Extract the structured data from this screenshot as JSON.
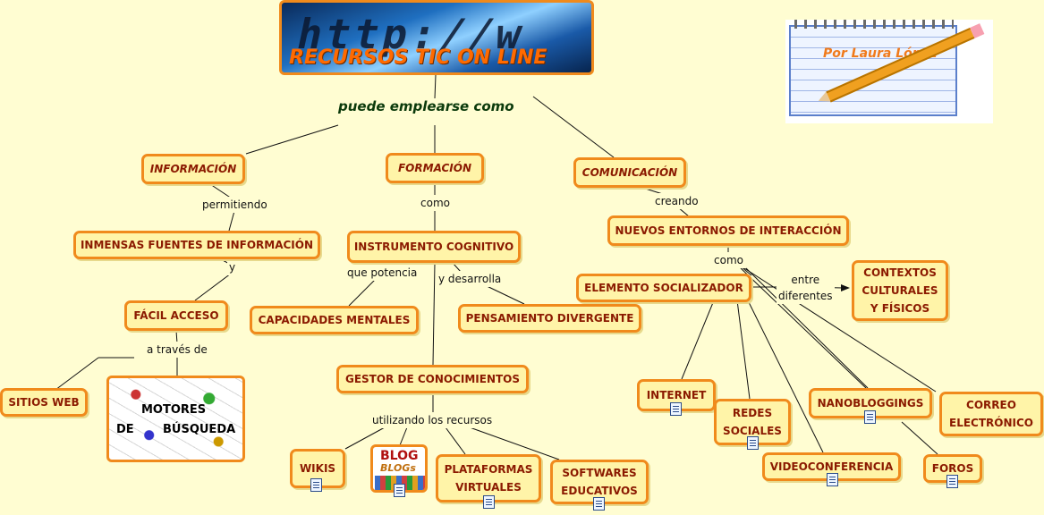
{
  "title": {
    "bg_text": "http://w",
    "main": "RECURSOS TIC ON LINE"
  },
  "heading": "puede emplearse como",
  "author": "Por Laura López",
  "nodes": {
    "informacion": "INFORMACIÓN",
    "formacion": "FORMACIÓN",
    "comunicacion": "COMUNICACIÓN",
    "fuentes": "INMENSAS FUENTES DE INFORMACIÓN",
    "instrumento": "INSTRUMENTO COGNITIVO",
    "entornos": "NUEVOS ENTORNOS DE INTERACCIÓN",
    "facil": "FÁCIL ACCESO",
    "capacidades": "CAPACIDADES MENTALES",
    "pensamiento": "PENSAMIENTO DIVERGENTE",
    "socializador": "ELEMENTO SOCIALIZADOR",
    "contextos": "CONTEXTOS\nCULTURALES\nY FÍSICOS",
    "sitios": "SITIOS WEB",
    "gestor": "GESTOR DE CONOCIMIENTOS",
    "wikis": "WIKIS",
    "plataformas": "PLATAFORMAS\nVIRTUALES",
    "softwares": "SOFTWARES\nEDUCATIVOS",
    "internet": "INTERNET",
    "redes": "REDES\nSOCIALES",
    "nano": "NANOBLOGGINGS",
    "correo": "CORREO\nELECTRÓNICO",
    "video": "VIDEOCONFERENCIA",
    "foros": "FOROS"
  },
  "link_labels": {
    "permitiendo": "permitiendo",
    "y": "y",
    "a_traves": "a través de",
    "como1": "como",
    "que_potencia": "que potencia",
    "y_desarrolla": "y desarrolla",
    "utilizando": "utilizando los recursos",
    "creando": "creando",
    "como2": "como",
    "entre": "entre\ndiferentes"
  },
  "images": {
    "search_line1": "MOTORES",
    "search_line2": "DE",
    "search_line3": "BÚSQUEDA",
    "blog_line1": "BLOG",
    "blog_line2": "BLOGs"
  },
  "colors": {
    "node_fill": "#fff4a8",
    "node_border": "#f08a1c",
    "node_text": "#8b1a00",
    "background": "#fffdd2"
  }
}
